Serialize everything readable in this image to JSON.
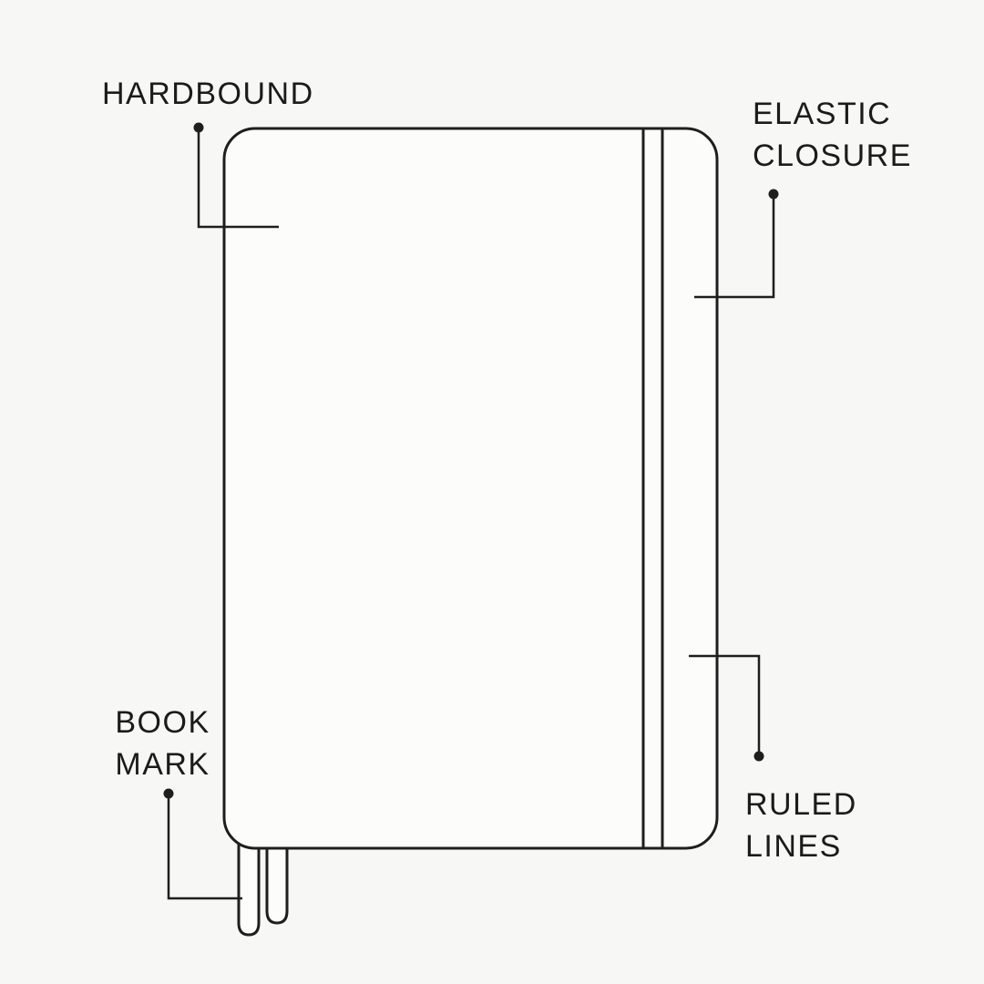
{
  "colors": {
    "background": "#f7f7f5",
    "surface": "#fcfcfb",
    "line": "#1e1e1e",
    "text": "#1b1b1b"
  },
  "diagram": {
    "labels": {
      "hardbound": {
        "text": "HARDBOUND"
      },
      "elastic_closure": {
        "line1": "ELASTIC",
        "line2": "CLOSURE"
      },
      "book_mark": {
        "line1": "BOOK",
        "line2": "MARK"
      },
      "ruled_lines": {
        "line1": "RULED",
        "line2": "LINES"
      }
    }
  }
}
